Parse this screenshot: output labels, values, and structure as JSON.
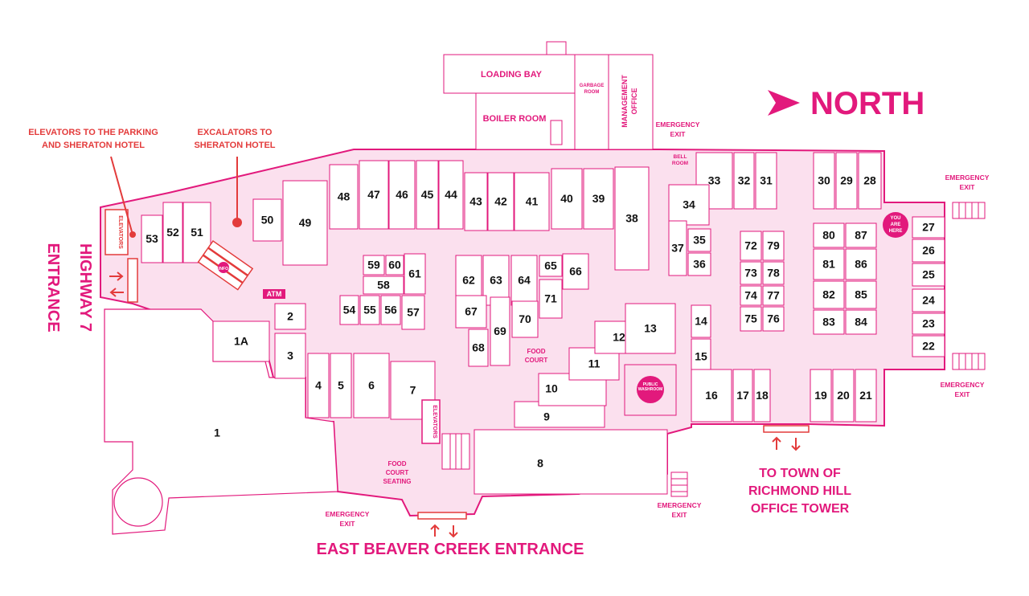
{
  "colors": {
    "brand": "#e2197c",
    "floor": "#fbe0ee",
    "accent_red": "#e33b3b",
    "unit_fill": "#ffffff"
  },
  "labels": {
    "north": "NORTH",
    "loading_bay": "LOADING BAY",
    "boiler_room": "BOILER ROOM",
    "garbage_room": [
      "GARBAGE",
      "ROOM"
    ],
    "management_office": [
      "MANAGEMENT",
      "OFFICE"
    ],
    "bell_room": [
      "BELL",
      "ROOM"
    ],
    "emergency_exit": [
      "EMERGENCY",
      "EXIT"
    ],
    "elevators_parking": [
      "ELEVATORS TO THE PARKING",
      "AND SHERATON HOTEL"
    ],
    "excalators_sheraton": [
      "EXCALATORS TO",
      "SHERATON HOTEL"
    ],
    "highway_entrance": [
      "HIGHWAY 7",
      "ENTRANCE"
    ],
    "elevators": "ELEVATORS",
    "info": "INFO",
    "atm": "ATM",
    "food_court": [
      "FOOD",
      "COURT"
    ],
    "food_court_seating": [
      "FOOD",
      "COURT",
      "SEATING"
    ],
    "public_washroom": [
      "PUBLIC",
      "WASHROOM"
    ],
    "you_are_here": [
      "YOU",
      "ARE",
      "HERE"
    ],
    "east_beaver_creek": "EAST BEAVER CREEK ENTRANCE",
    "town_office_tower": [
      "TO TOWN OF",
      "RICHMOND HILL",
      "OFFICE TOWER"
    ]
  },
  "units": [
    "1",
    "1A",
    "2",
    "3",
    "4",
    "5",
    "6",
    "7",
    "8",
    "9",
    "10",
    "11",
    "12",
    "13",
    "14",
    "15",
    "16",
    "17",
    "18",
    "19",
    "20",
    "21",
    "22",
    "23",
    "24",
    "25",
    "26",
    "27",
    "28",
    "29",
    "30",
    "31",
    "32",
    "33",
    "34",
    "35",
    "36",
    "37",
    "38",
    "39",
    "40",
    "41",
    "42",
    "43",
    "44",
    "45",
    "46",
    "47",
    "48",
    "49",
    "50",
    "51",
    "52",
    "53",
    "54",
    "55",
    "56",
    "57",
    "58",
    "59",
    "60",
    "61",
    "62",
    "63",
    "64",
    "65",
    "66",
    "67",
    "68",
    "69",
    "70",
    "71",
    "72",
    "73",
    "74",
    "75",
    "76",
    "77",
    "78",
    "79",
    "80",
    "81",
    "82",
    "83",
    "84",
    "85",
    "86",
    "87"
  ]
}
